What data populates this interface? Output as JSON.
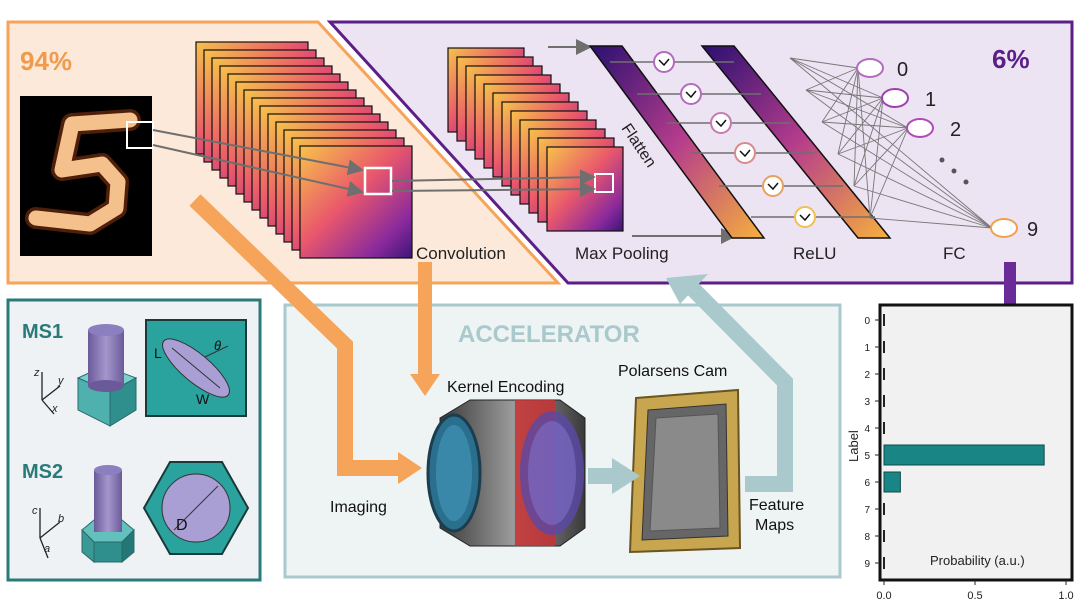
{
  "top_left": {
    "percent": "94%",
    "convolution_label": "Convolution"
  },
  "top_right": {
    "percent": "6%",
    "flatten_label": "Flatten",
    "maxpool_label": "Max Pooling",
    "relu_label": "ReLU",
    "fc_label": "FC",
    "outputs": [
      "0",
      "1",
      "2",
      "9"
    ]
  },
  "metasurfaces": {
    "ms1": {
      "label": "MS1",
      "ellipse_labels": [
        "L",
        "W",
        "θ"
      ],
      "axes": [
        "z",
        "y",
        "x"
      ]
    },
    "ms2": {
      "label": "MS2",
      "circle_label": "D",
      "axes": [
        "c",
        "b",
        "a"
      ]
    }
  },
  "accelerator": {
    "title": "ACCELERATOR",
    "kernel_encoding": "Kernel Encoding",
    "camera": "Polarsens Cam",
    "imaging": "Imaging",
    "feature_maps": [
      "Feature",
      "Maps"
    ]
  },
  "colors": {
    "orange": "#f5a45a",
    "purple": "#5b1f87",
    "teal": "#2a7a7a",
    "light_blue": "#a9c9cc",
    "bar": "#1a8585"
  },
  "chart_data": {
    "type": "bar",
    "orientation": "horizontal",
    "categories": [
      "0",
      "1",
      "2",
      "3",
      "4",
      "5",
      "6",
      "7",
      "8",
      "9"
    ],
    "values": [
      0,
      0,
      0,
      0,
      0,
      0.88,
      0.09,
      0,
      0,
      0
    ],
    "xlabel": "Probability (a.u.)",
    "ylabel": "Label",
    "xlim": [
      0,
      1.0
    ],
    "xticks": [
      "0.0",
      "0.5",
      "1.0"
    ]
  }
}
